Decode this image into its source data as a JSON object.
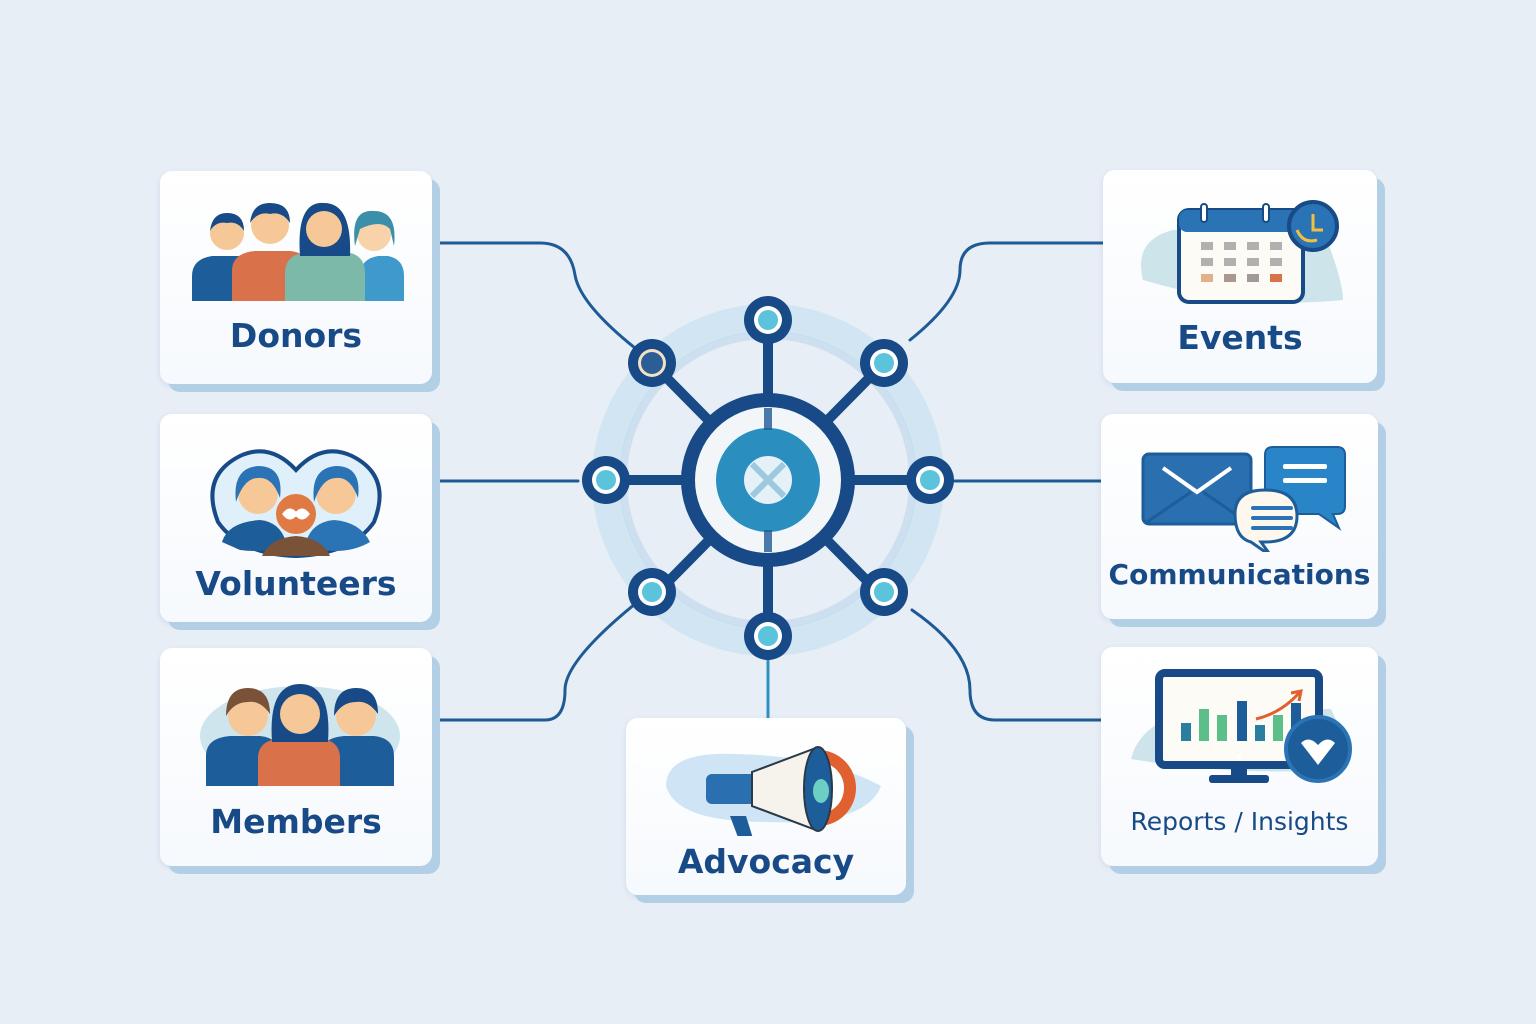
{
  "diagram": {
    "type": "hub-and-spoke",
    "hub": {
      "name": "central-network-hub",
      "node_count": 8
    },
    "nodes": [
      {
        "id": "donors",
        "label": "Donors",
        "icon": "group-of-four-people-icon",
        "side": "left"
      },
      {
        "id": "volunteers",
        "label": "Volunteers",
        "icon": "volunteers-heart-icon",
        "side": "left"
      },
      {
        "id": "members",
        "label": "Members",
        "icon": "group-of-three-people-icon",
        "side": "left"
      },
      {
        "id": "advocacy",
        "label": "Advocacy",
        "icon": "megaphone-target-icon",
        "side": "bottom"
      },
      {
        "id": "events",
        "label": "Events",
        "icon": "calendar-clock-icon",
        "side": "right"
      },
      {
        "id": "communications",
        "label": "Communications",
        "icon": "email-chat-icon",
        "side": "right"
      },
      {
        "id": "reports",
        "label": "Reports / Insights",
        "icon": "monitor-chart-icon",
        "side": "right"
      }
    ]
  },
  "colors": {
    "background": "#e8eef6",
    "primary": "#174a86",
    "accent": "#2f8fc4",
    "node_fill": "#5cc3dc",
    "orange": "#e07a45",
    "green": "#5cbf8a",
    "card_shadow": "#b3cfe6"
  }
}
